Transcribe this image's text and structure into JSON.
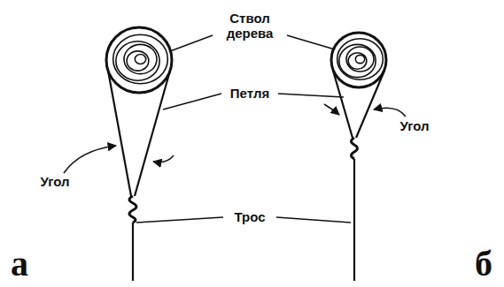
{
  "diagram": {
    "labels": [
      "Ствол дерева",
      "Петля",
      "Угол",
      "Угол",
      "Трос",
      "а",
      "б"
    ]
  }
}
